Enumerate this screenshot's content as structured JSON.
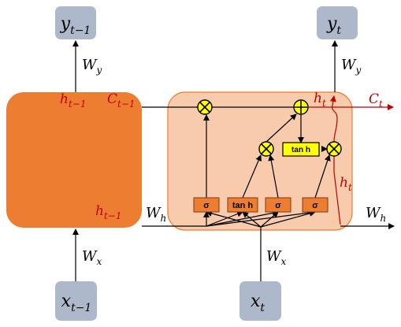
{
  "colors": {
    "cell_dark": "#ED7D31",
    "cell_light": "#F8CBAD",
    "io_box": "#ADB9CA",
    "gate_box": "#ED7D31",
    "op_fill": "#FFFF00",
    "tanh_fill": "#FFFF00",
    "highlight": "#C00000",
    "line": "#000000"
  },
  "nodes": {
    "y_prev": {
      "base": "y",
      "sub": "t−1"
    },
    "y_t": {
      "base": "y",
      "sub": "t"
    },
    "x_prev": {
      "base": "x",
      "sub": "t−1"
    },
    "x_t": {
      "base": "x",
      "sub": "t"
    }
  },
  "labels": {
    "Wy_left": {
      "base": "W",
      "sub": "y"
    },
    "Wy_right": {
      "base": "W",
      "sub": "y"
    },
    "Wx_left": {
      "base": "W",
      "sub": "x"
    },
    "Wx_right": {
      "base": "W",
      "sub": "x"
    },
    "Wh_mid": {
      "base": "W",
      "sub": "h"
    },
    "Wh_right": {
      "base": "W",
      "sub": "h"
    },
    "h_prev_top": {
      "base": "h",
      "sub": "t−1"
    },
    "C_prev": {
      "base": "C",
      "sub": "t−1"
    },
    "h_prev_bottom": {
      "base": "h",
      "sub": "t−1"
    },
    "h_t_top": {
      "base": "h",
      "sub": "t"
    },
    "C_t": {
      "base": "C",
      "sub": "t"
    },
    "h_t_side": {
      "base": "h",
      "sub": "t"
    }
  },
  "gates": {
    "sigma_forget": "σ",
    "tanh_candidate": "tan h",
    "sigma_input": "σ",
    "sigma_output": "σ"
  },
  "tanh_box": "tan h",
  "ops": {
    "multiply_forget": "⊗",
    "add_cell": "⊕",
    "multiply_input": "⊗",
    "multiply_output": "⊗"
  }
}
